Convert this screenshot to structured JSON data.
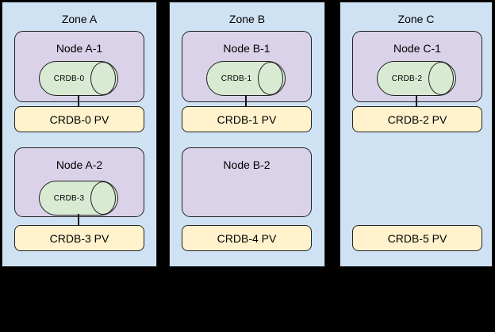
{
  "diagram": {
    "description": "Three availability zones with Kubernetes nodes, CRDB pods (cylinders) and persistent volumes"
  },
  "colors": {
    "background": "#000000",
    "zone_fill": "#cfe2f3",
    "node_fill": "#d9d2e9",
    "pod_fill": "#d9ead3",
    "pv_fill": "#fff2cc",
    "border": "#222222",
    "text": "#000000"
  },
  "zones": [
    {
      "label": "Zone A",
      "nodes": [
        {
          "label": "Node A-1",
          "pod": {
            "label": "CRDB-0"
          },
          "pv": {
            "label": "CRDB-0 PV"
          },
          "attached": true
        },
        {
          "label": "Node A-2",
          "pod": {
            "label": "CRDB-3"
          },
          "pv": {
            "label": "CRDB-3 PV"
          },
          "attached": true
        }
      ]
    },
    {
      "label": "Zone B",
      "nodes": [
        {
          "label": "Node B-1",
          "pod": {
            "label": "CRDB-1"
          },
          "pv": {
            "label": "CRDB-1 PV"
          },
          "attached": true
        },
        {
          "label": "Node B-2",
          "pod": null,
          "pv": {
            "label": "CRDB-4 PV"
          },
          "attached": false
        }
      ]
    },
    {
      "label": "Zone C",
      "nodes": [
        {
          "label": "Node C-1",
          "pod": {
            "label": "CRDB-2"
          },
          "pv": {
            "label": "CRDB-2 PV"
          },
          "attached": true
        },
        {
          "label": null,
          "pod": null,
          "pv": {
            "label": "CRDB-5 PV"
          },
          "attached": false
        }
      ]
    }
  ]
}
